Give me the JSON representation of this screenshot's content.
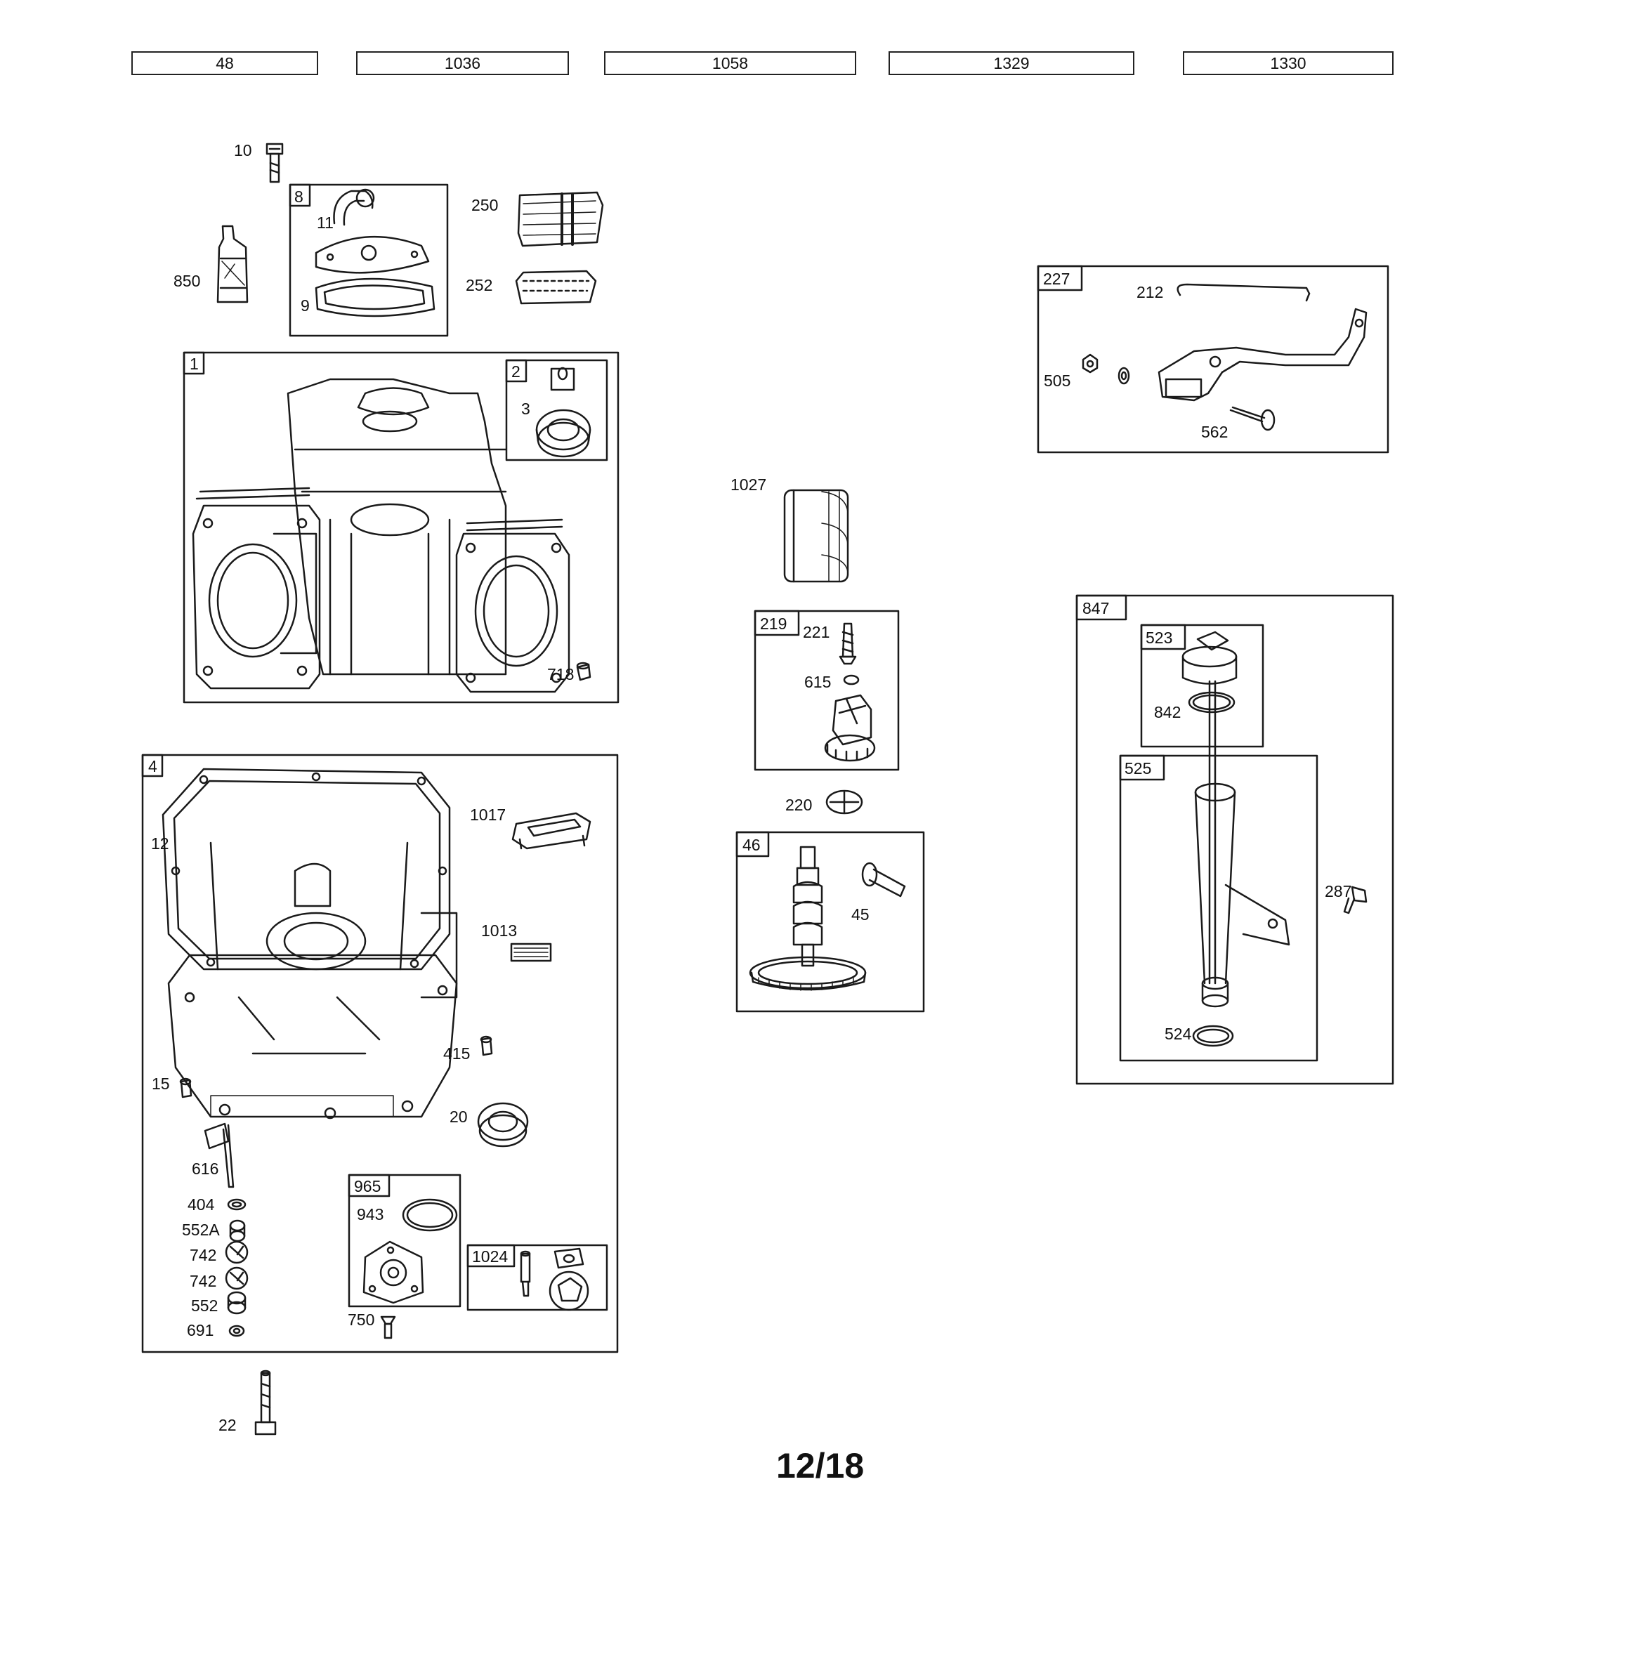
{
  "tabs": [
    "48",
    "1036",
    "1058",
    "1329",
    "1330"
  ],
  "page_number": "12/18",
  "colors": {
    "ink": "#1a1a1a",
    "background": "#ffffff"
  },
  "groups": [
    "8",
    "1",
    "2",
    "4",
    "965",
    "1024",
    "227",
    "219",
    "46",
    "847",
    "523",
    "525"
  ],
  "callouts": [
    "10",
    "11",
    "850",
    "9",
    "250",
    "252",
    "3",
    "718",
    "12",
    "1017",
    "1013",
    "415",
    "15",
    "20",
    "616",
    "404",
    "552A",
    "742",
    "742",
    "552",
    "691",
    "943",
    "750",
    "22",
    "1027",
    "221",
    "615",
    "220",
    "45",
    "212",
    "505",
    "562",
    "842",
    "287",
    "524"
  ]
}
